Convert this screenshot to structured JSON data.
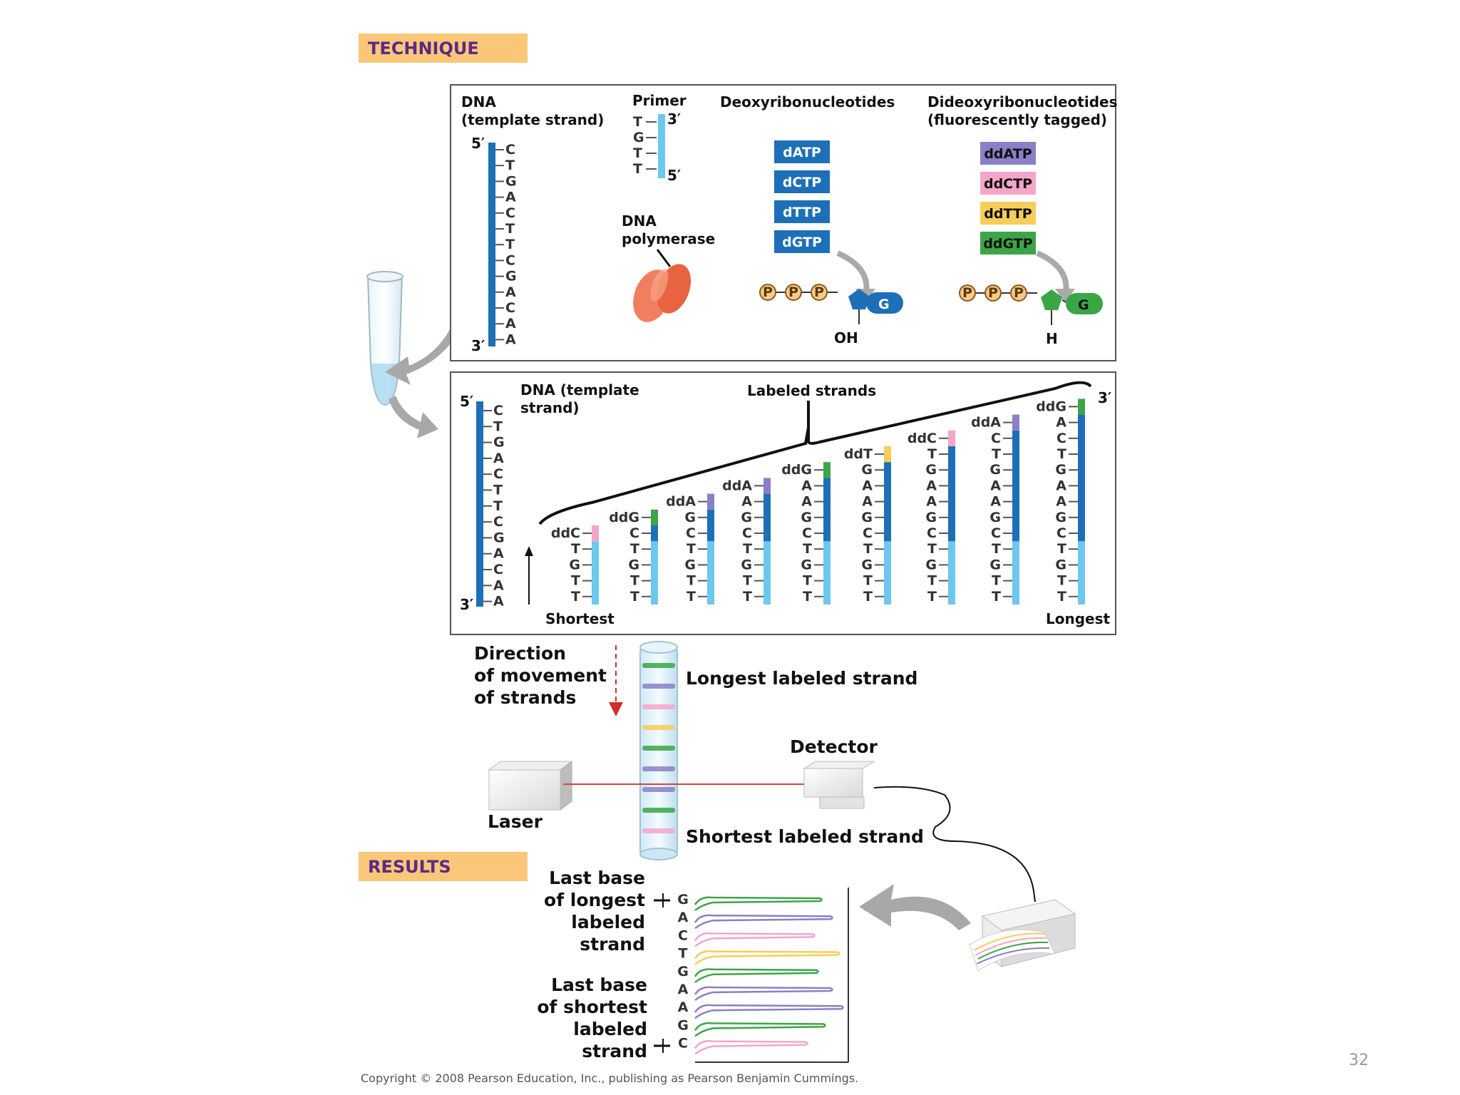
{
  "slide_number": "32",
  "copyright": "Copyright © 2008 Pearson Education, Inc., publishing as Pearson Benjamin Cummings.",
  "section_headers": {
    "technique": "TECHNIQUE",
    "results": "RESULTS"
  },
  "reagents": {
    "dna_label_line1": "DNA",
    "dna_label_line2": "(template strand)",
    "five_prime": "5′",
    "three_prime": "3′",
    "template_sequence": [
      "C",
      "T",
      "G",
      "A",
      "C",
      "T",
      "T",
      "C",
      "G",
      "A",
      "C",
      "A",
      "A"
    ],
    "primer_label": "Primer",
    "primer_sequence": [
      "T",
      "G",
      "T",
      "T"
    ],
    "polymerase_line1": "DNA",
    "polymerase_line2": "polymerase",
    "dntp_title": "Deoxyribonucleotides",
    "dntps": [
      "dATP",
      "dCTP",
      "dTTP",
      "dGTP"
    ],
    "ddntp_title_line1": "Dideoxyribonucleotides",
    "ddntp_title_line2": "(fluorescently tagged)",
    "ddntps": [
      "ddATP",
      "ddCTP",
      "ddTTP",
      "ddGTP"
    ],
    "phosphate": "P",
    "base_g": "G",
    "oh_label": "OH",
    "h_label": "H"
  },
  "labeled_strands_panel": {
    "template_label_line1": "DNA (template",
    "template_label_line2": "strand)",
    "labeled_strands_label": "Labeled strands",
    "shortest": "Shortest",
    "longest": "Longest",
    "strands": [
      {
        "tag": "ddC",
        "bases": [
          "T",
          "G",
          "T",
          "T"
        ]
      },
      {
        "tag": "ddG",
        "bases": [
          "C",
          "T",
          "G",
          "T",
          "T"
        ]
      },
      {
        "tag": "ddA",
        "bases": [
          "G",
          "C",
          "T",
          "G",
          "T",
          "T"
        ]
      },
      {
        "tag": "ddA",
        "bases": [
          "A",
          "G",
          "C",
          "T",
          "G",
          "T",
          "T"
        ]
      },
      {
        "tag": "ddG",
        "bases": [
          "A",
          "A",
          "G",
          "C",
          "T",
          "G",
          "T",
          "T"
        ]
      },
      {
        "tag": "ddT",
        "bases": [
          "G",
          "A",
          "A",
          "G",
          "C",
          "T",
          "G",
          "T",
          "T"
        ]
      },
      {
        "tag": "ddC",
        "bases": [
          "T",
          "G",
          "A",
          "A",
          "G",
          "C",
          "T",
          "G",
          "T",
          "T"
        ]
      },
      {
        "tag": "ddA",
        "bases": [
          "C",
          "T",
          "G",
          "A",
          "A",
          "G",
          "C",
          "T",
          "G",
          "T",
          "T"
        ]
      },
      {
        "tag": "ddG",
        "bases": [
          "A",
          "C",
          "T",
          "G",
          "A",
          "A",
          "G",
          "C",
          "T",
          "G",
          "T",
          "T"
        ]
      }
    ]
  },
  "electrophoresis": {
    "direction_line1": "Direction",
    "direction_line2": "of movement",
    "direction_line3": "of strands",
    "longest_labeled_strand": "Longest labeled strand",
    "shortest_labeled_strand": "Shortest labeled strand",
    "detector": "Detector",
    "laser": "Laser"
  },
  "results": {
    "longest_line1": "Last base",
    "longest_line2": "of longest",
    "longest_line3": "labeled",
    "longest_line4": "strand",
    "shortest_line1": "Last base",
    "shortest_line2": "of shortest",
    "shortest_line3": "labeled",
    "shortest_line4": "strand",
    "sequence_read": [
      "G",
      "A",
      "C",
      "T",
      "G",
      "A",
      "A",
      "G",
      "C"
    ]
  },
  "colors": {
    "A": "#8b7fc7",
    "C": "#f4a6c8",
    "T": "#f7cd5a",
    "G": "#3aa646",
    "template_blue": "#1d6fb8",
    "primer_blue": "#6cc8ee",
    "header_bg": "#f9c777"
  }
}
